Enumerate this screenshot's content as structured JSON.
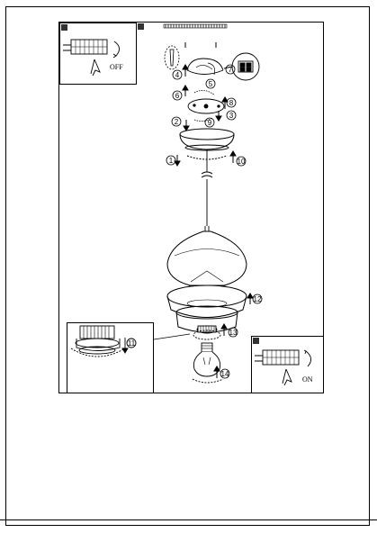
{
  "labels": {
    "off": "OFF",
    "on": "ON"
  },
  "step_numbers": [
    "1",
    "2",
    "3",
    "4",
    "5",
    "6",
    "7",
    "8",
    "9",
    "10",
    "11",
    "12",
    "13",
    "14"
  ],
  "icons": [
    "power-off-switch-icon",
    "power-on-switch-icon",
    "ceiling-canopy-icon",
    "terminal-block-icon",
    "pendant-shade-icon",
    "bulb-icon",
    "socket-icon"
  ]
}
